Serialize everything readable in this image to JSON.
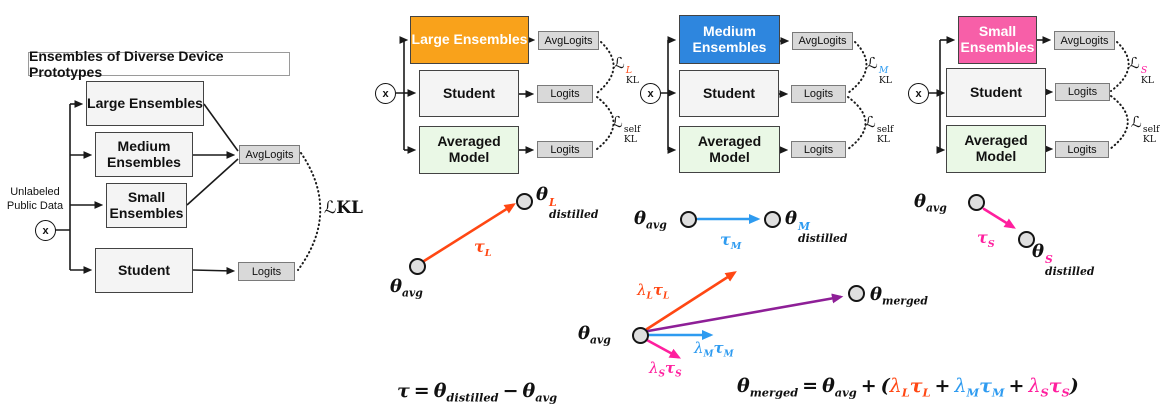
{
  "colors": {
    "orange": "#F9A21B",
    "blue": "#2E86DE",
    "pink": "#F75FA8",
    "arrow_orange": "#FF4713",
    "arrow_blue": "#2E9BF0",
    "arrow_pink": "#FF1F9E",
    "purple": "#8E1F97",
    "light_green": "#EAF8E6"
  },
  "left_panel": {
    "title": "Ensembles of Diverse Device Prototypes",
    "input_label": "Unlabeled Public Data",
    "input_node": "x",
    "large": "Large Ensembles",
    "medium": "Medium Ensembles",
    "small": "Small Ensembles",
    "student": "Student",
    "avglogits": "AvgLogits",
    "logits": "Logits",
    "loss_kl": {
      "sym": "ℒ",
      "sub": "KL"
    }
  },
  "diagrams": [
    {
      "ensemble_label": "Large Ensembles",
      "student_label": "Student",
      "averaged_label": "Averaged Model",
      "avglogits": "AvgLogits",
      "logits_student": "Logits",
      "logits_averaged": "Logits",
      "input_node": "x",
      "loss_ens": {
        "sym": "ℒ",
        "sup": "L",
        "sub": "KL"
      },
      "loss_self": {
        "sym": "ℒ",
        "sup": "self",
        "sub": "KL"
      }
    },
    {
      "ensemble_label": "Medium Ensembles",
      "student_label": "Student",
      "averaged_label": "Averaged Model",
      "avglogits": "AvgLogits",
      "logits_student": "Logits",
      "logits_averaged": "Logits",
      "input_node": "x",
      "loss_ens": {
        "sym": "ℒ",
        "sup": "M",
        "sub": "KL"
      },
      "loss_self": {
        "sym": "ℒ",
        "sup": "self",
        "sub": "KL"
      }
    },
    {
      "ensemble_label": "Small Ensembles",
      "student_label": "Student",
      "averaged_label": "Averaged Model",
      "avglogits": "AvgLogits",
      "logits_student": "Logits",
      "logits_averaged": "Logits",
      "input_node": "x",
      "loss_ens": {
        "sym": "ℒ",
        "sup": "S",
        "sub": "KL"
      },
      "loss_self": {
        "sym": "ℒ",
        "sup": "self",
        "sub": "KL"
      }
    }
  ],
  "task_vectors": [
    {
      "from": {
        "sym": "θ",
        "sub": "avg"
      },
      "to": {
        "sym": "θ",
        "sup": "L",
        "sub": "distilled"
      },
      "tau": {
        "sym": "τ",
        "sub": "L"
      }
    },
    {
      "from": {
        "sym": "θ",
        "sub": "avg"
      },
      "to": {
        "sym": "θ",
        "sup": "M",
        "sub": "distilled"
      },
      "tau": {
        "sym": "τ",
        "sub": "M"
      }
    },
    {
      "from": {
        "sym": "θ",
        "sub": "avg"
      },
      "to": {
        "sym": "θ",
        "sup": "S",
        "sub": "distilled"
      },
      "tau": {
        "sym": "τ",
        "sub": "S"
      }
    }
  ],
  "merge_diagram": {
    "from": {
      "sym": "θ",
      "sub": "avg"
    },
    "to": {
      "sym": "θ",
      "sub": "merged"
    },
    "terms": [
      {
        "lambda": "λ",
        "lambda_sub": "L",
        "tau": "τ",
        "tau_sub": "L"
      },
      {
        "lambda": "λ",
        "lambda_sub": "M",
        "tau": "τ",
        "tau_sub": "M"
      },
      {
        "lambda": "λ",
        "lambda_sub": "S",
        "tau": "τ",
        "tau_sub": "S"
      }
    ]
  },
  "equations": {
    "tau_def": {
      "tau": "τ",
      "eq": "=",
      "theta1": "θ",
      "sub1": "distilled",
      "minus": "−",
      "theta2": "θ",
      "sub2": "avg"
    },
    "merge": {
      "theta1": "θ",
      "sub1": "merged",
      "eq": "=",
      "theta2": "θ",
      "sub2": "avg",
      "plus1": "+",
      "open": "(",
      "lam1": "λ",
      "lam1sub": "L",
      "tau1": "τ",
      "tau1sub": "L",
      "plus2": "+",
      "lam2": "λ",
      "lam2sub": "M",
      "tau2": "τ",
      "tau2sub": "M",
      "plus3": "+",
      "lam3": "λ",
      "lam3sub": "S",
      "tau3": "τ",
      "tau3sub": "S",
      "close": ")"
    }
  }
}
